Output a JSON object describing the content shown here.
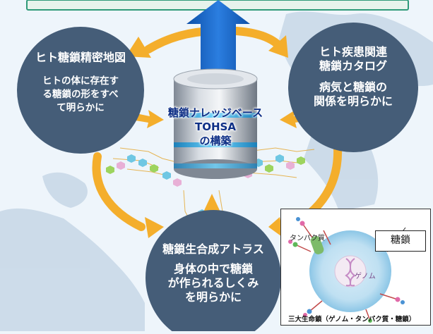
{
  "diagram": {
    "center": {
      "line1": "糖鎖ナレッジベース",
      "line2": "TOHSA",
      "line3": "の構築"
    },
    "left_circle": {
      "title": "ヒト糖鎖精密地図",
      "desc1": "ヒトの体に存在す",
      "desc2": "る糖鎖の形をすべ",
      "desc3": "て明らかに"
    },
    "right_circle": {
      "title1": "ヒト疾患関連",
      "title2": "糖鎖カタログ",
      "desc1": "病気と糖鎖の",
      "desc2": "関係を明らかに"
    },
    "bottom_circle": {
      "title": "糖鎖生合成アトラス",
      "desc1": "身体の中で糖鎖",
      "desc2": "が作られるしくみ",
      "desc3": "を明らかに"
    },
    "inset": {
      "protein_label": "タンパク質",
      "glycan_label": "糖鎖",
      "genome_label": "ゲノム",
      "caption": "三大生命鎖（ゲノム・タンパク質・糖鎖）"
    },
    "colors": {
      "circle": "#455d78",
      "arrow": "#f4ae2c",
      "up_arrow": "#1560c4",
      "database": "#b5bcc6",
      "background": "#eef5fb",
      "japan_map": "#c5d6e6"
    }
  }
}
